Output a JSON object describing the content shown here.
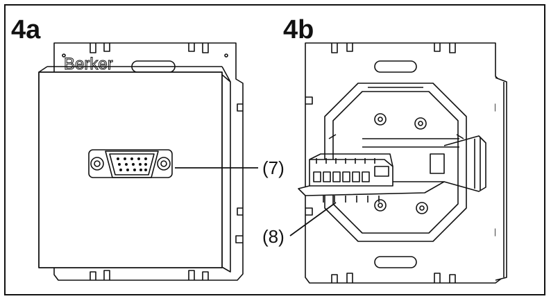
{
  "figure_a": {
    "label": "4a",
    "brand": "Berker"
  },
  "figure_b": {
    "label": "4b"
  },
  "callouts": {
    "item7": "(7)",
    "item8": "(8)"
  },
  "colors": {
    "line": "#111111",
    "face": "#e8e8e8",
    "background": "#ffffff"
  }
}
